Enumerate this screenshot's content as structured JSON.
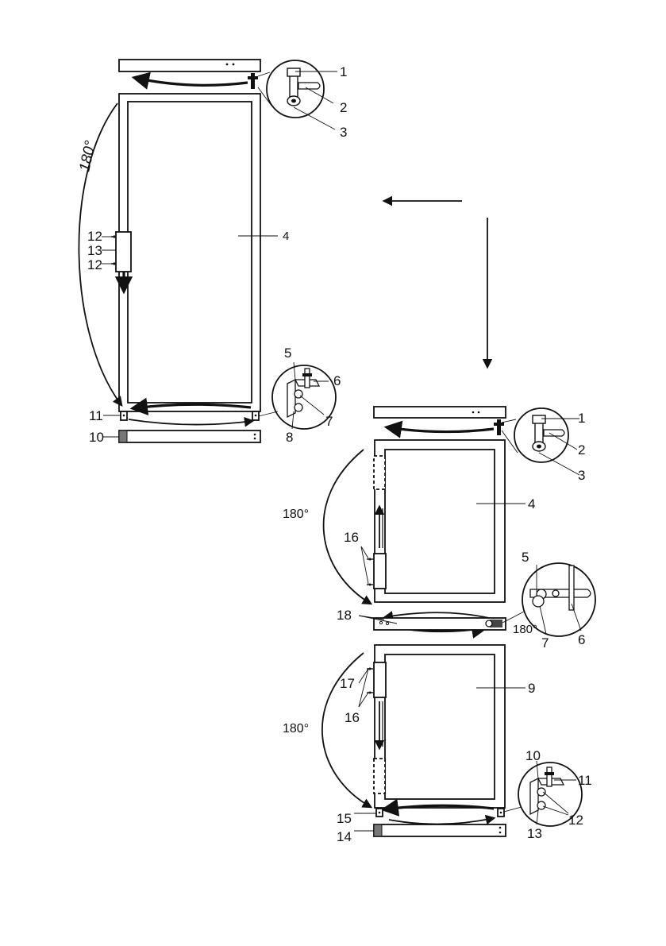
{
  "left_assembly": {
    "callouts": [
      "1",
      "2",
      "3",
      "4",
      "5",
      "6",
      "7",
      "8",
      "10",
      "11",
      "12",
      "13",
      "12"
    ],
    "angle": "180°"
  },
  "right_upper": {
    "callouts": [
      "1",
      "2",
      "3",
      "4",
      "5",
      "6",
      "7",
      "16",
      "18"
    ],
    "angle": "180°",
    "angle_small": "180°"
  },
  "right_lower": {
    "callouts": [
      "9",
      "10",
      "11",
      "12",
      "13",
      "14",
      "15",
      "16",
      "17"
    ],
    "angle": "180°"
  }
}
